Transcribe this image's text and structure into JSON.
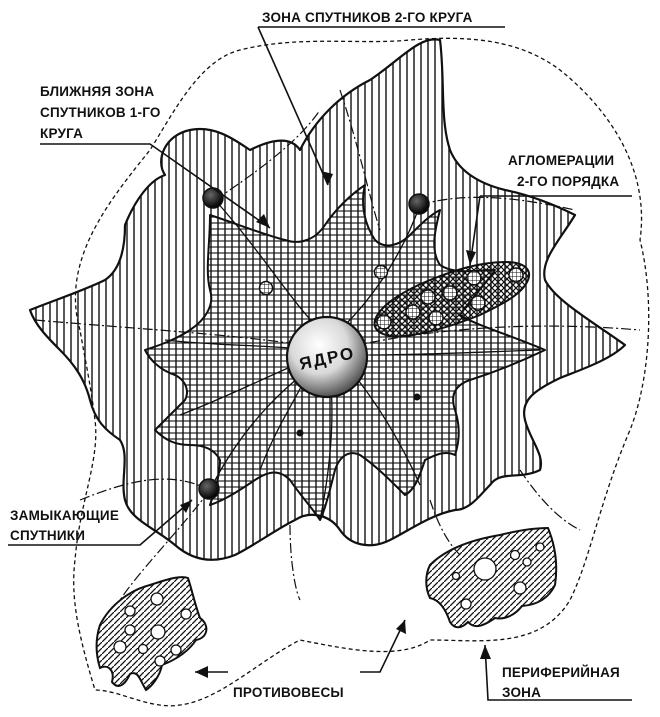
{
  "labels": {
    "second_ring": "ЗОНА СПУТНИКОВ 2-ГО КРУГА",
    "near_zone_1": "БЛИЖНЯЯ ЗОНА",
    "near_zone_2": "СПУТНИКОВ 1-ГО",
    "near_zone_3": "КРУГА",
    "agglo_1": "АГЛОМЕРАЦИИ",
    "agglo_2": "2-ГО ПОРЯДКА",
    "closing_1": "ЗАМЫКАЮЩИЕ",
    "closing_2": "СПУТНИКИ",
    "counterweights": "ПРОТИВОВЕСЫ",
    "peripheral_1": "ПЕРИФЕРИЙНАЯ",
    "peripheral_2": "ЗОНА",
    "core": "ЯДРО"
  },
  "colors": {
    "ink": "#111111",
    "paper": "#ffffff"
  }
}
